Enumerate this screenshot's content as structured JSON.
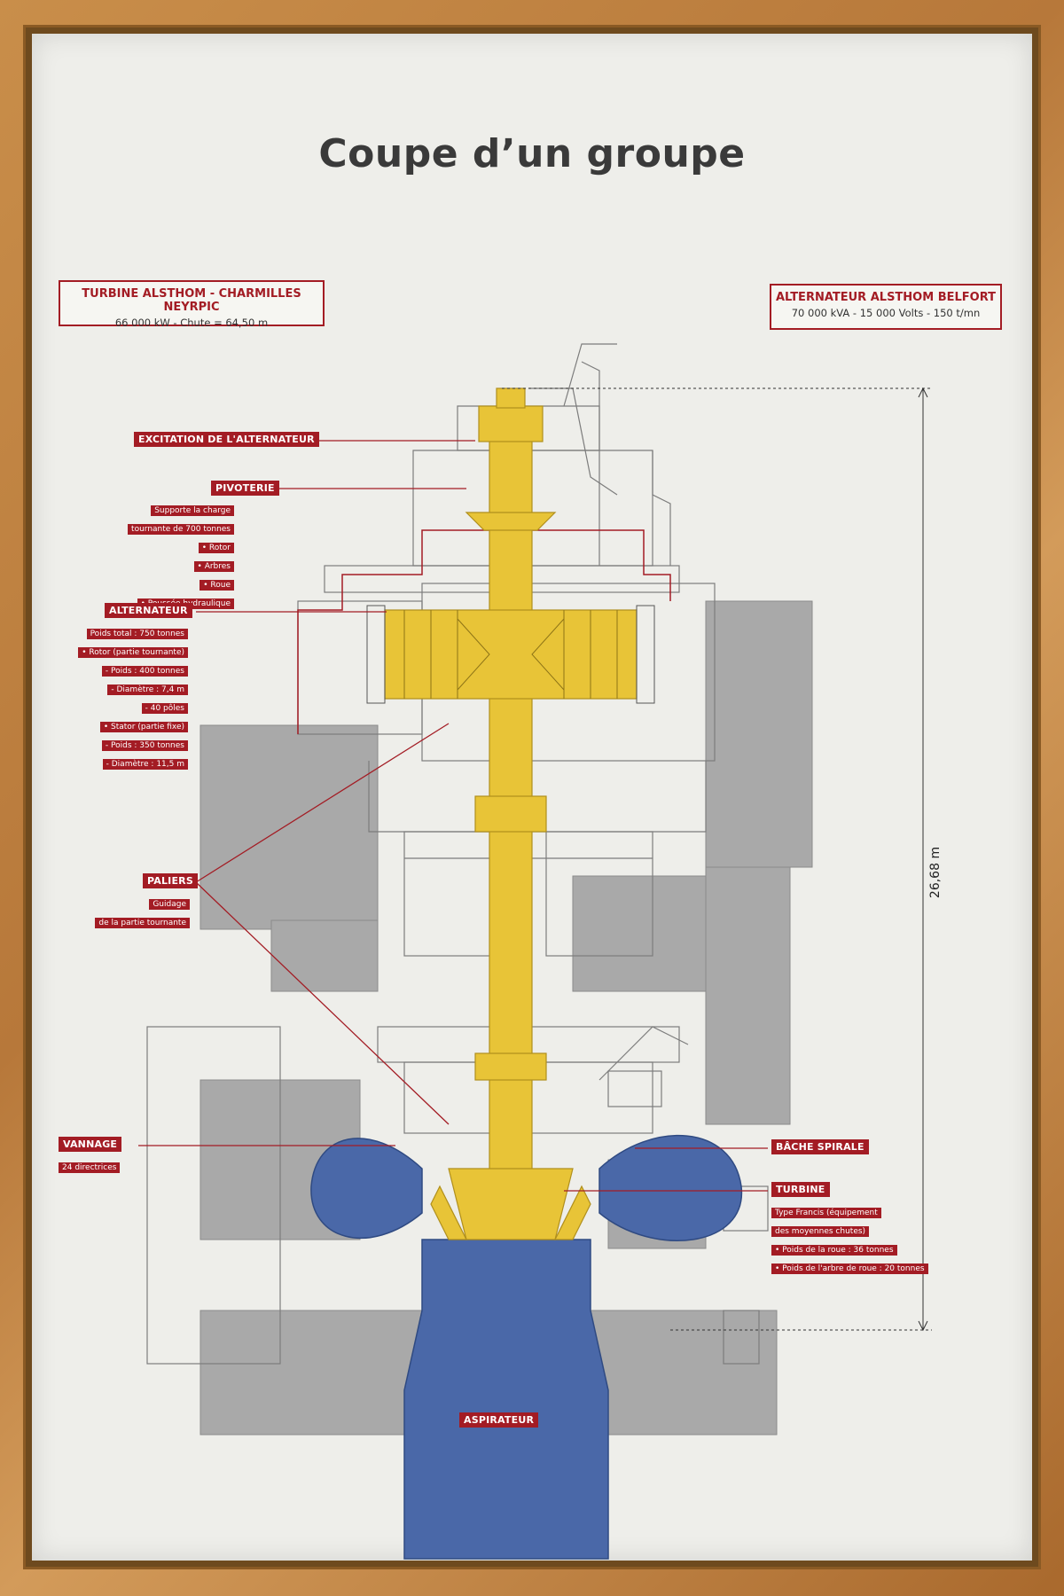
{
  "title": "Coupe d’un groupe",
  "turbine_box": {
    "title": "TURBINE ALSTHOM - CHARMILLES NEYRPIC",
    "subtitle": "66 000 kW - Chute = 64,50 m"
  },
  "alternator_box": {
    "title": "ALTERNATEUR ALSTHOM BELFORT",
    "subtitle": "70 000 kVA - 15 000 Volts - 150 t/mn"
  },
  "labels": {
    "excitation": "EXCITATION DE L'ALTERNATEUR",
    "pivoterie": "PIVOTERIE",
    "alternateur": "ALTERNATEUR",
    "paliers": "PALIERS",
    "vannage": "VANNAGE",
    "bache": "BÂCHE SPIRALE",
    "turbine": "TURBINE",
    "aspirateur": "ASPIRATEUR"
  },
  "pivoterie_notes": [
    "Supporte la charge",
    "tournante de 700 tonnes",
    "• Rotor",
    "• Arbres",
    "• Roue",
    "• Poussée hydraulique"
  ],
  "alternateur_notes": [
    "Poids total : 750 tonnes",
    "• Rotor (partie tournante)",
    "- Poids : 400 tonnes",
    "- Diamètre : 7,4 m",
    "- 40 pôles",
    "• Stator (partie fixe)",
    "- Poids : 350 tonnes",
    "- Diamètre : 11,5 m"
  ],
  "paliers_notes": [
    "Guidage",
    "de la partie tournante"
  ],
  "vannage_notes": [
    "24 directrices"
  ],
  "turbine_notes": [
    "Type Francis (équipement",
    "des moyennes chutes)",
    "• Poids de la roue : 36 tonnes",
    "• Poids de l'arbre de roue : 20 tonnes"
  ],
  "dimension": "26,68 m",
  "colors": {
    "accent_red": "#a31c24",
    "rotor_yellow": "#e8c437",
    "water_blue": "#4a68a8",
    "concrete_grey": "#a8a8a8",
    "frame_wood": "#c98e4a"
  }
}
